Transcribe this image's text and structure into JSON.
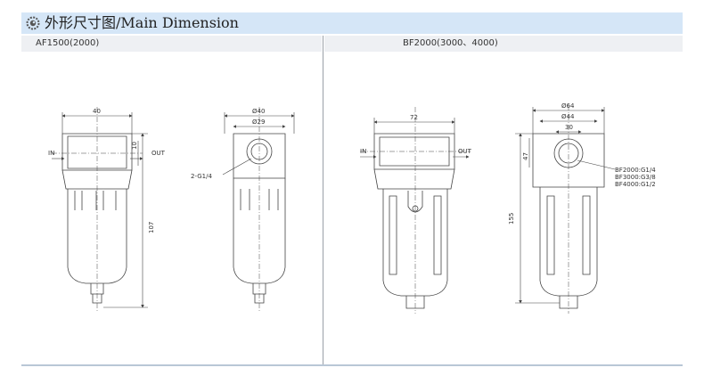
{
  "header": {
    "title": "外形尺寸图/Main Dimension",
    "icon": "gear-icon"
  },
  "panels": {
    "left": {
      "label": "AF1500(2000)"
    },
    "right": {
      "label": "BF2000(3000、4000)"
    }
  },
  "af1500": {
    "width_label": "40",
    "height_label": "107",
    "port_height_label": "10",
    "in_label": "IN",
    "out_label": "OUT",
    "outer_dia_label": "Ø40",
    "inner_dia_label": "Ø29",
    "port_callout": "2-G1/4"
  },
  "bf2000": {
    "width_label": "72",
    "height_label": "155",
    "port_height_label": "47",
    "in_label": "IN",
    "out_label": "OUT",
    "outer_dia_label": "Ø64",
    "inner_dia_label": "Ø44",
    "port_spacing_label": "30",
    "port_callouts": [
      "BF2000:G1/4",
      "BF3000:G3/8",
      "BF4000:G1/2"
    ]
  },
  "colors": {
    "title_bar": "#d5e6f7",
    "panel_head": "#eef0f3",
    "line": "#444444"
  }
}
